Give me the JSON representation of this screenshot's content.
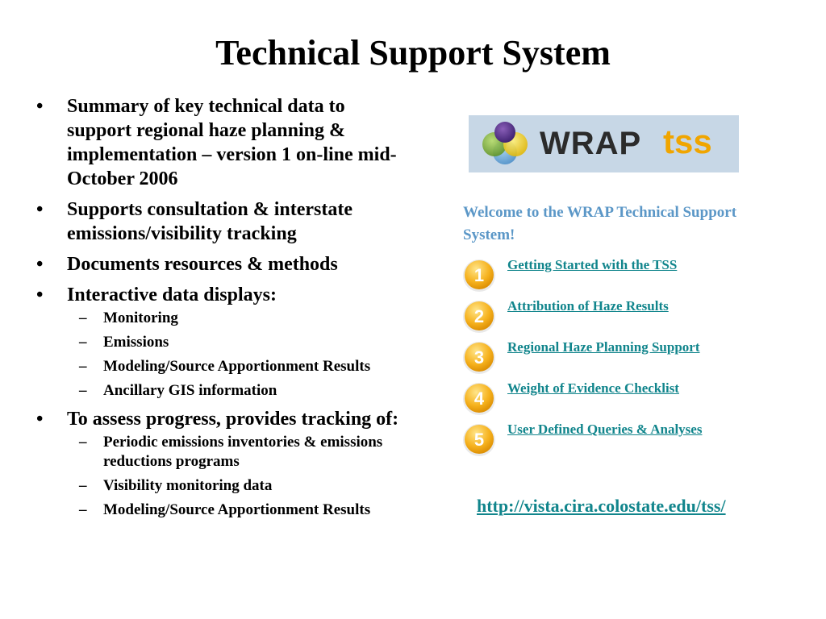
{
  "slide": {
    "title": "Technical Support System"
  },
  "bullets": [
    {
      "text": "Summary of key technical data to support regional haze planning & implementation – version 1 on-line mid-October 2006",
      "subs": []
    },
    {
      "text": "Supports consultation & interstate emissions/visibility tracking",
      "subs": []
    },
    {
      "text": "Documents resources & methods",
      "subs": []
    },
    {
      "text": "Interactive data displays:",
      "subs": [
        "Monitoring",
        "Emissions",
        "Modeling/Source Apportionment Results",
        "Ancillary GIS information"
      ]
    },
    {
      "text": "To assess progress, provides tracking of:",
      "subs": [
        "Periodic emissions inventories & emissions reductions programs",
        "Visibility monitoring data",
        "Modeling/Source Apportionment Results"
      ]
    }
  ],
  "bullet_symbol": "•",
  "sub_symbol": "–",
  "logo": {
    "wrap_text": "WRAP",
    "tss_text": "tss",
    "tss_color": "#f0a500",
    "background": "#c7d7e6"
  },
  "panel": {
    "welcome": "Welcome to the WRAP Technical Support System!",
    "welcome_color": "#5b97c7",
    "link_color": "#11858c",
    "steps": [
      {
        "num": "1",
        "label": "Getting Started with the TSS"
      },
      {
        "num": "2",
        "label": "Attribution of Haze Results"
      },
      {
        "num": "3",
        "label": "Regional Haze Planning Support"
      },
      {
        "num": "4",
        "label": "Weight of Evidence Checklist"
      },
      {
        "num": "5",
        "label": "User Defined Queries & Analyses"
      }
    ]
  },
  "footer_link": {
    "text": "http://vista.cira.colostate.edu/tss/"
  }
}
